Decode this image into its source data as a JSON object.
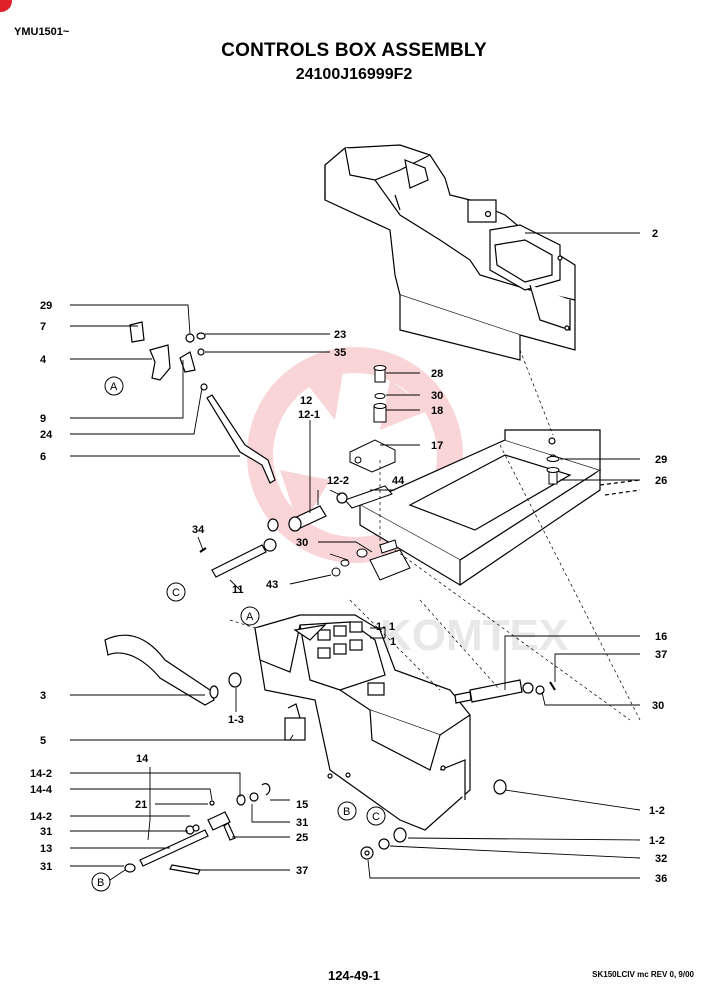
{
  "header": {
    "code": "YMU1501~",
    "title": "CONTROLS BOX ASSEMBLY",
    "subtitle": "24100J16999F2"
  },
  "footer": {
    "page": "124-49-1",
    "revision": "SK150LCIV mc REV 0, 9/00"
  },
  "watermark": {
    "text": "KOMTEX",
    "color": "#f4a9ad"
  },
  "callouts": {
    "c2": "2",
    "c29a": "29",
    "c7": "7",
    "c4": "4",
    "c9": "9",
    "c24": "24",
    "c6": "6",
    "c23": "23",
    "c35": "35",
    "c28": "28",
    "c30a": "30",
    "c18": "18",
    "c17": "17",
    "c12": "12",
    "c12_1": "12-1",
    "c12_2": "12-2",
    "c44": "44",
    "c29b": "29",
    "c26": "26",
    "c34": "34",
    "c30b": "30",
    "c43": "43",
    "c11": "11",
    "c1_1": "1- 1",
    "c1": "1",
    "c16": "16",
    "c37a": "37",
    "c30c": "30",
    "c3": "3",
    "c1_3": "1-3",
    "c5": "5",
    "c14": "14",
    "c14_2a": "14-2",
    "c14_4": "14-4",
    "c21": "21",
    "c15": "15",
    "c31a": "31",
    "c14_2b": "14-2",
    "c31b": "31",
    "c25": "25",
    "c13": "13",
    "c31c": "31",
    "c37b": "37",
    "c1_2a": "1-2",
    "c1_2b": "1-2",
    "c32": "32",
    "c36": "36"
  },
  "reference_marks": {
    "A": "A",
    "B": "B",
    "C": "C"
  }
}
